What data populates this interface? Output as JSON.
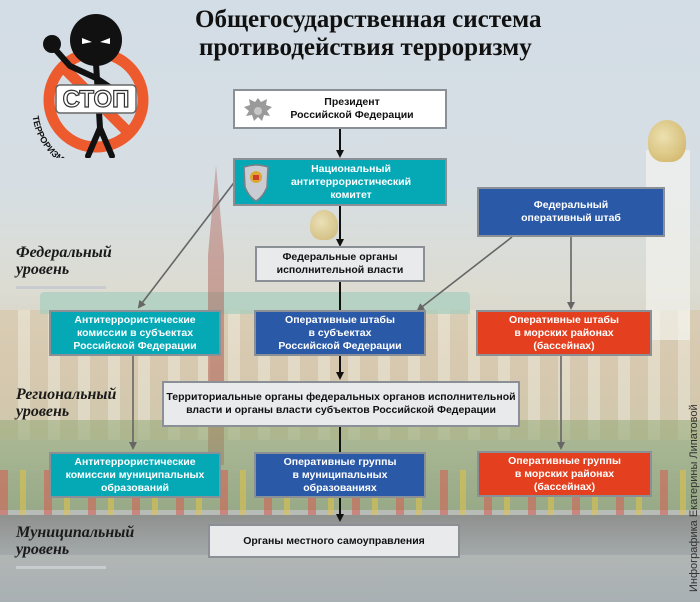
{
  "title": {
    "line1": "Общегосударственная система",
    "line2": "противодействия терроризму"
  },
  "logo": {
    "badge_text": "СТОП",
    "ring_text": "ТЕРРОРИЗМУ ЭКСТРЕМИЗМУ",
    "icon": "stop-terrorism-icon"
  },
  "levels": {
    "federal": {
      "line1": "Федеральный",
      "line2": "уровень"
    },
    "regional": {
      "line1": "Региональный",
      "line2": "уровень"
    },
    "municipal": {
      "line1": "Муниципальный",
      "line2": "уровень"
    }
  },
  "boxes": {
    "president": {
      "line1": "Президент",
      "line2": "Российской Федерации",
      "icon": "coat-of-arms-icon"
    },
    "nak": {
      "line1": "Национальный",
      "line2": "антитеррористический",
      "line3": "комитет",
      "icon": "shield-emblem-icon"
    },
    "fos": {
      "line1": "Федеральный",
      "line2": "оперативный штаб"
    },
    "foiv": {
      "line1": "Федеральные органы",
      "line2": "исполнительной власти"
    },
    "ak_subj": {
      "line1": "Антитеррористические",
      "line2": "комиссии в субъектах",
      "line3": "Российской Федерации"
    },
    "os_subj": {
      "line1": "Оперативные штабы",
      "line2": "в субъектах",
      "line3": "Российской Федерации"
    },
    "os_sea": {
      "line1": "Оперативные штабы",
      "line2": "в морских районах",
      "line3": "(бассейнах)"
    },
    "territorial": {
      "line1": "Территориальные органы федеральных органов исполнительной",
      "line2": "власти и органы власти субъектов Российской Федерации"
    },
    "ak_mun": {
      "line1": "Антитеррористические",
      "line2": "комиссии муниципальных",
      "line3": "образований"
    },
    "og_mun": {
      "line1": "Оперативные группы",
      "line2": "в муниципальных",
      "line3": "образованиях"
    },
    "og_sea": {
      "line1": "Оперативные группы",
      "line2": "в морских районах",
      "line3": "(бассейнах)"
    },
    "local": {
      "line1": "Органы местного самоуправления"
    }
  },
  "colors": {
    "teal": "#05a9b6",
    "blue": "#2a59a7",
    "red": "#e4401f",
    "grey_box": "#e9eaeb",
    "white_box": "#ffffff"
  },
  "credit": "Инфографика Екатерины Липатовой"
}
